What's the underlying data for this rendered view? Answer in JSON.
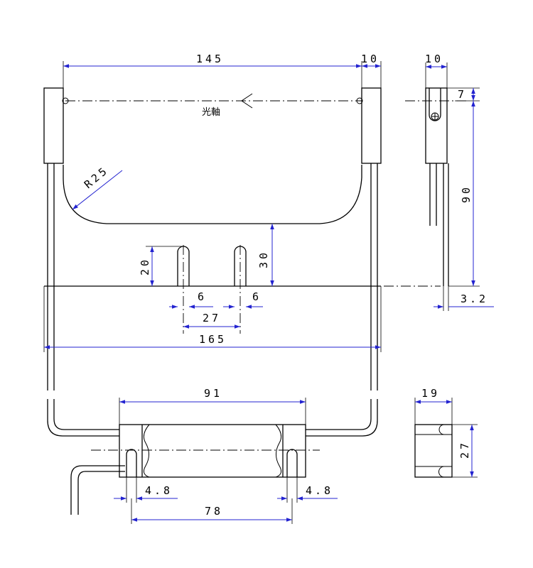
{
  "labels": {
    "width_145": "145",
    "frame_10": "10",
    "side_10": "10",
    "side_7": "7",
    "optical_axis": "光軸",
    "radius": "R25",
    "side_90": "90",
    "slot_20": "20",
    "depth_30": "30",
    "slot_w_left": "6",
    "slot_w_right": "6",
    "slot_pitch_27": "27",
    "side_3_2": "3.2",
    "total_165": "165",
    "bracket_91": "91",
    "block_19": "19",
    "block_27": "27",
    "hole_left_4_8": "4.8",
    "hole_right_4_8": "4.8",
    "hole_pitch_78": "78"
  },
  "colors": {
    "dimension": "#2323d0",
    "outline": "#000000"
  }
}
